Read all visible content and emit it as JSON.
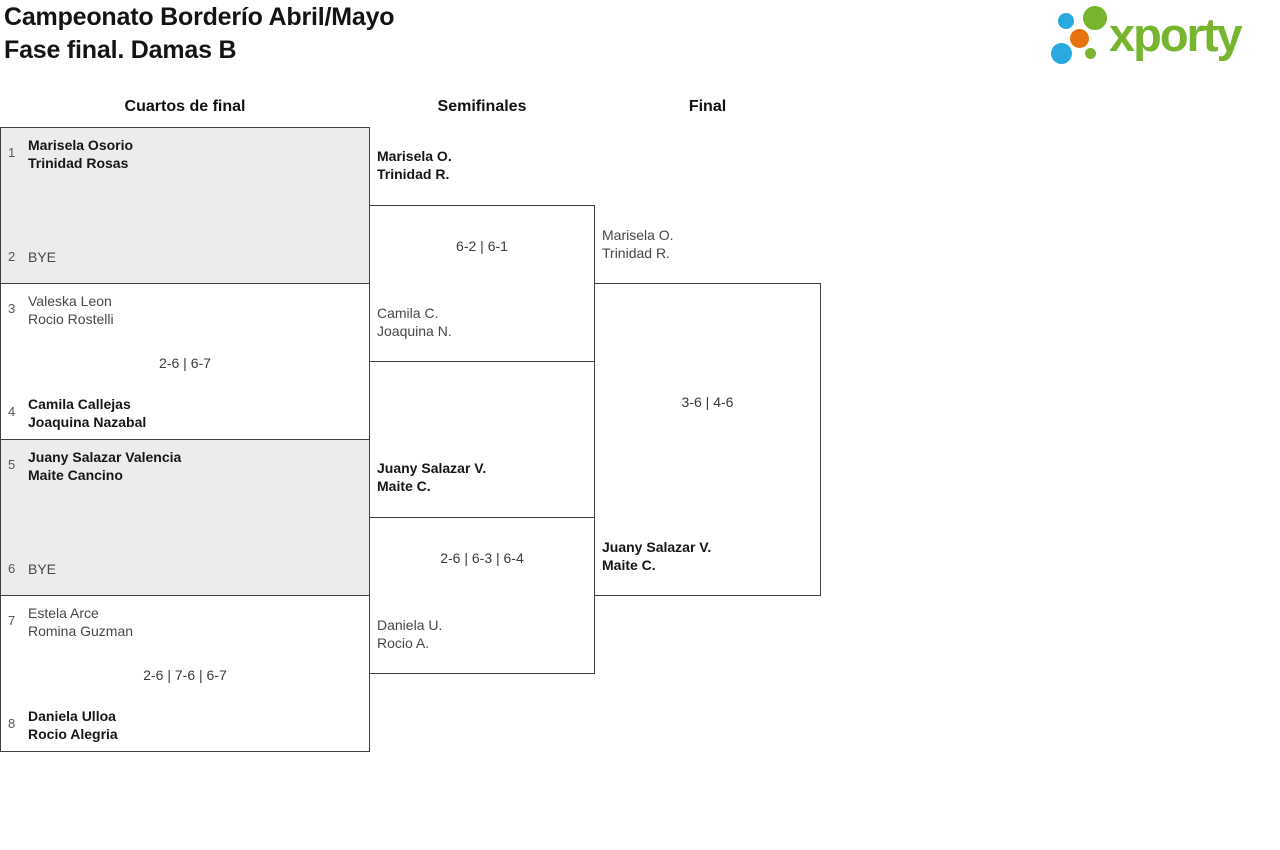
{
  "header": {
    "title_line1": "Campeonato Borderío Abril/Mayo",
    "title_line2": "Fase final. Damas B",
    "logo_text": "xporty"
  },
  "columns": {
    "quarterfinals": "Cuartos de final",
    "semifinals": "Semifinales",
    "final": "Final"
  },
  "colors": {
    "logo_green": "#76b52d",
    "logo_blue": "#29a9e1",
    "logo_orange": "#e8730c",
    "box_gray": "#ececec",
    "line": "#3f3f3f"
  },
  "bracket": {
    "quarterfinals": [
      {
        "seed_top": "1",
        "team_top": [
          "Marisela Osorio",
          "Trinidad Rosas"
        ],
        "seed_bottom": "2",
        "team_bottom": [
          "BYE",
          ""
        ],
        "score": ""
      },
      {
        "seed_top": "3",
        "team_top": [
          "Valeska Leon",
          "Rocio Rostelli"
        ],
        "seed_bottom": "4",
        "team_bottom": [
          "Camila Callejas",
          "Joaquina Nazabal"
        ],
        "score": "2-6 | 6-7"
      },
      {
        "seed_top": "5",
        "team_top": [
          "Juany Salazar Valencia",
          "Maite Cancino"
        ],
        "seed_bottom": "6",
        "team_bottom": [
          "BYE",
          ""
        ],
        "score": ""
      },
      {
        "seed_top": "7",
        "team_top": [
          "Estela Arce",
          "Romina Guzman"
        ],
        "seed_bottom": "8",
        "team_bottom": [
          "Daniela Ulloa",
          "Rocio Alegria"
        ],
        "score": "2-6 | 7-6 | 6-7"
      }
    ],
    "semifinals": [
      {
        "team_top": [
          "Marisela O.",
          "Trinidad R."
        ],
        "team_bottom": [
          "Camila C.",
          "Joaquina N."
        ],
        "score": "6-2 | 6-1"
      },
      {
        "team_top": [
          "Juany Salazar V.",
          "Maite C."
        ],
        "team_bottom": [
          "Daniela U.",
          "Rocio A."
        ],
        "score": "2-6 | 6-3 | 6-4"
      }
    ],
    "final": {
      "team_top": [
        "Marisela O.",
        "Trinidad R."
      ],
      "team_bottom": [
        "Juany Salazar V.",
        "Maite C."
      ],
      "score": "3-6 | 4-6"
    }
  }
}
